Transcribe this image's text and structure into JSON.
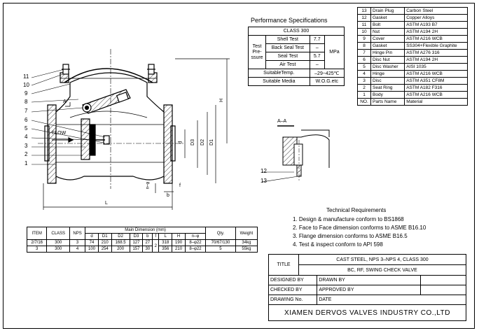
{
  "perf": {
    "heading": "Performance Specifications",
    "class_label": "CLASS 300",
    "test_pressure": "Test Pre-ssure",
    "rows": [
      {
        "name": "Shell Test",
        "value": "7.7"
      },
      {
        "name": "Back Seal Test",
        "value": "–"
      },
      {
        "name": "Seal Test",
        "value": "5.7"
      },
      {
        "name": "Air Test",
        "value": "–"
      }
    ],
    "unit": "MPa",
    "temp_label": "SuitableTemp.",
    "temp_value": "–29~425℃",
    "media_label": "Suitable Media",
    "media_value": "W.O.G.etc"
  },
  "bom": {
    "rows": [
      {
        "no": "13",
        "name": "Drain Plug",
        "mat": "Carbon Steel"
      },
      {
        "no": "12",
        "name": "Gasket",
        "mat": "Copper Alloys"
      },
      {
        "no": "11",
        "name": "Bolt",
        "mat": "ASTM A193 B7"
      },
      {
        "no": "10",
        "name": "Nut",
        "mat": "ASTM A194 2H"
      },
      {
        "no": "9",
        "name": "Cover",
        "mat": "ASTM A216 WCB"
      },
      {
        "no": "8",
        "name": "Gasket",
        "mat": "SS304+Flexible Graphite"
      },
      {
        "no": "7",
        "name": "Hinge Pin",
        "mat": "ASTM A276 316"
      },
      {
        "no": "6",
        "name": "Disc Nut",
        "mat": "ASTM A194 2H"
      },
      {
        "no": "5",
        "name": "Disc Washer",
        "mat": "AISI 1035"
      },
      {
        "no": "4",
        "name": "Hinge",
        "mat": "ASTM A216 WCB"
      },
      {
        "no": "3",
        "name": "Disc",
        "mat": "ASTM A351 CF8M"
      },
      {
        "no": "2",
        "name": "Seat Ring",
        "mat": "ASTM A182 F316"
      },
      {
        "no": "1",
        "name": "Body",
        "mat": "ASTM A216 WCB"
      }
    ],
    "header": {
      "no": "NO.",
      "name": "Parts Name",
      "mat": "Material"
    }
  },
  "drawing": {
    "callouts": [
      "11",
      "10",
      "9",
      "8",
      "7",
      "6",
      "5",
      "4",
      "3",
      "2",
      "1"
    ],
    "flow": "FLOW",
    "section_a": "A",
    "dims": {
      "d": "d",
      "D3": "D3",
      "D2": "D2",
      "D1": "D1",
      "H": "H",
      "L": "L",
      "b": "b",
      "f": "f",
      "n_phi": "n–φ"
    },
    "detail_title": "A–A",
    "detail_callouts": [
      "12",
      "13"
    ]
  },
  "tech": {
    "heading": "Technical Requirements",
    "items": [
      "1. Design & manufacture conform to BS1868",
      "2. Face to Face dimension conforms to ASME B16.10",
      "3. Flange dimension conforms to ASME B16.5",
      "4. Test & inspect conform to API 598"
    ]
  },
  "dim_table": {
    "group_header": "Main Dimension (mm)",
    "headers": [
      "ITEM",
      "CLASS",
      "NPS",
      "d",
      "D1",
      "D2",
      "D3",
      "b",
      "f",
      "L",
      "H",
      "n–φ",
      "Qty.",
      "Weight"
    ],
    "rows": [
      [
        "2/7/16",
        "300",
        "3",
        "74",
        "210",
        "168.5",
        "127",
        "27",
        "2",
        "318",
        "190",
        "8–φ22",
        "70/67/130",
        "34kg"
      ],
      [
        "3",
        "300",
        "4",
        "100",
        "254",
        "200",
        "157",
        "30",
        "",
        "356",
        "210",
        "8–φ22",
        "5",
        "55kg"
      ]
    ]
  },
  "title_block": {
    "title_label": "TITLE",
    "title_line1": "CAST STEEL, NPS 3–NPS 4, CLASS 300",
    "title_line2": "BC, RF, SWING CHECK VALVE",
    "designed_by": "DESIGNED BY",
    "drawn_by": "DRAWN BY",
    "checked_by": "CHECKED  BY",
    "approved_by": "APPROVED BY",
    "drawing_no": "DRAWING No.",
    "date": "DATE",
    "company": "XIAMEN DERVOS VALVES INDUSTRY CO.,LTD"
  }
}
